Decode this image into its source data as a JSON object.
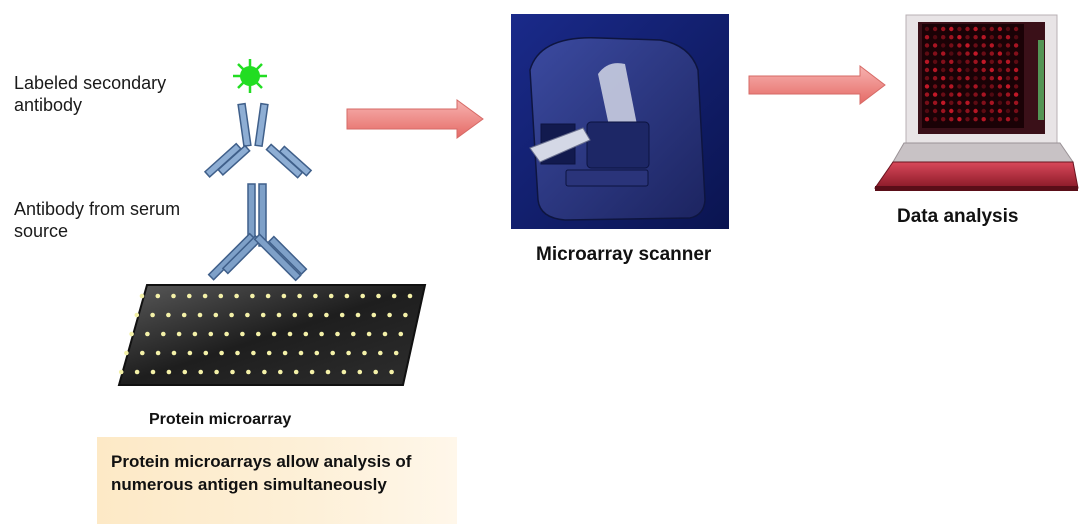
{
  "labels": {
    "secondary_antibody": "Labeled secondary antibody",
    "serum_antibody": "Antibody from serum source",
    "protein_microarray": "Protein microarray",
    "scanner": "Microarray scanner",
    "data_analysis": "Data analysis",
    "callout": "Protein microarrays allow analysis of numerous antigen simultaneously"
  },
  "colors": {
    "antibody": "#7ea0c8",
    "antibody_stroke": "#3f5f8a",
    "label_star": "#22dd22",
    "arrow": "#f08a86",
    "slide": "#2a2a2a",
    "spot": "#f4f1a8",
    "scanner_body": "#24327a",
    "laptop_base": "#b8283a",
    "callout_bg": "#fde9c6"
  },
  "icons": [
    "star-label-icon",
    "antibody-icon",
    "scanner-icon",
    "laptop-icon",
    "arrow-icon"
  ]
}
